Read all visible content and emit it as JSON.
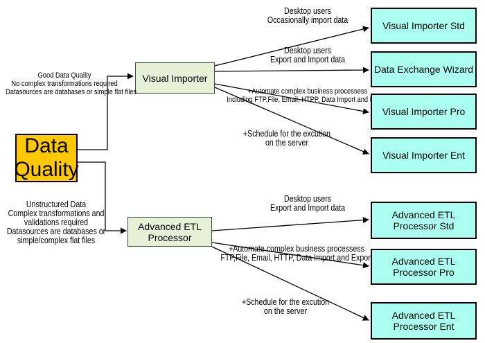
{
  "root": {
    "line1": "Data",
    "line2": "Quality"
  },
  "visual_importer": {
    "label": "Visual Importer",
    "condition": [
      "Good Data Quality",
      "No complex transformations required",
      "Datasources are databases or simple flat files"
    ],
    "products": [
      {
        "name": "Visual Importer Std",
        "desc": [
          "Desktop users",
          "Occasionally import data"
        ]
      },
      {
        "name": "Data Exchange Wizard",
        "desc": [
          "Desktop users",
          "Export and Import data"
        ]
      },
      {
        "name": "Visual Importer Pro",
        "desc": [
          "+Automate complex business processess",
          "Including FTP,File, Email, HTPP, Data Import and Export"
        ]
      },
      {
        "name": "Visual Importer Ent",
        "desc": [
          "+Schedule for the excution",
          "on the server"
        ]
      }
    ]
  },
  "etl_processor": {
    "label": "Advanced ETL Processor",
    "condition": [
      "Unstructured Data",
      "Complex transformations and",
      "validations required",
      "Datasources are databases or",
      "simple/complex flat files"
    ],
    "products": [
      {
        "name": "Advanced ETL Processor Std",
        "desc": [
          "Desktop users",
          "Export and Import data"
        ]
      },
      {
        "name": "Advanced ETL Processor Pro",
        "desc": [
          "+Automate complex business processess",
          "FTP,File, Email, HTTP, Data Import and Export"
        ]
      },
      {
        "name": "Advanced ETL Processor Ent",
        "desc": [
          "+Schedule for the excution",
          "on the server"
        ]
      }
    ]
  },
  "colors": {
    "root": "#ffc800",
    "intermediate": "#e6f2d8",
    "product": "#aafff0",
    "line": "#000000"
  }
}
